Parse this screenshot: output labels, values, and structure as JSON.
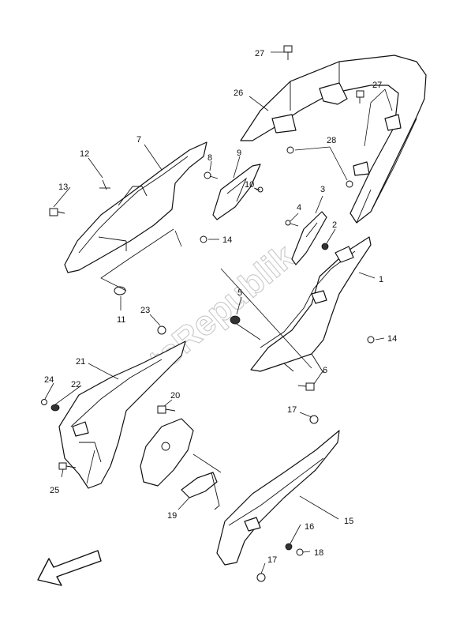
{
  "watermark": "PartsRepublik",
  "callouts": {
    "c1": "1",
    "c2": "2",
    "c3": "3",
    "c4": "4",
    "c5": "5",
    "c6": "6",
    "c7": "7",
    "c8": "8",
    "c9": "9",
    "c10": "10",
    "c11": "11",
    "c12": "12",
    "c13": "13",
    "c14a": "14",
    "c14b": "14",
    "c15": "15",
    "c16": "16",
    "c17a": "17",
    "c17b": "17",
    "c18": "18",
    "c19": "19",
    "c20": "20",
    "c21": "21",
    "c22": "22",
    "c23": "23",
    "c24": "24",
    "c25": "25",
    "c26": "26",
    "c27a": "27",
    "c27b": "27",
    "c28": "28"
  },
  "icons": {
    "direction": "front-direction-arrow-icon"
  }
}
